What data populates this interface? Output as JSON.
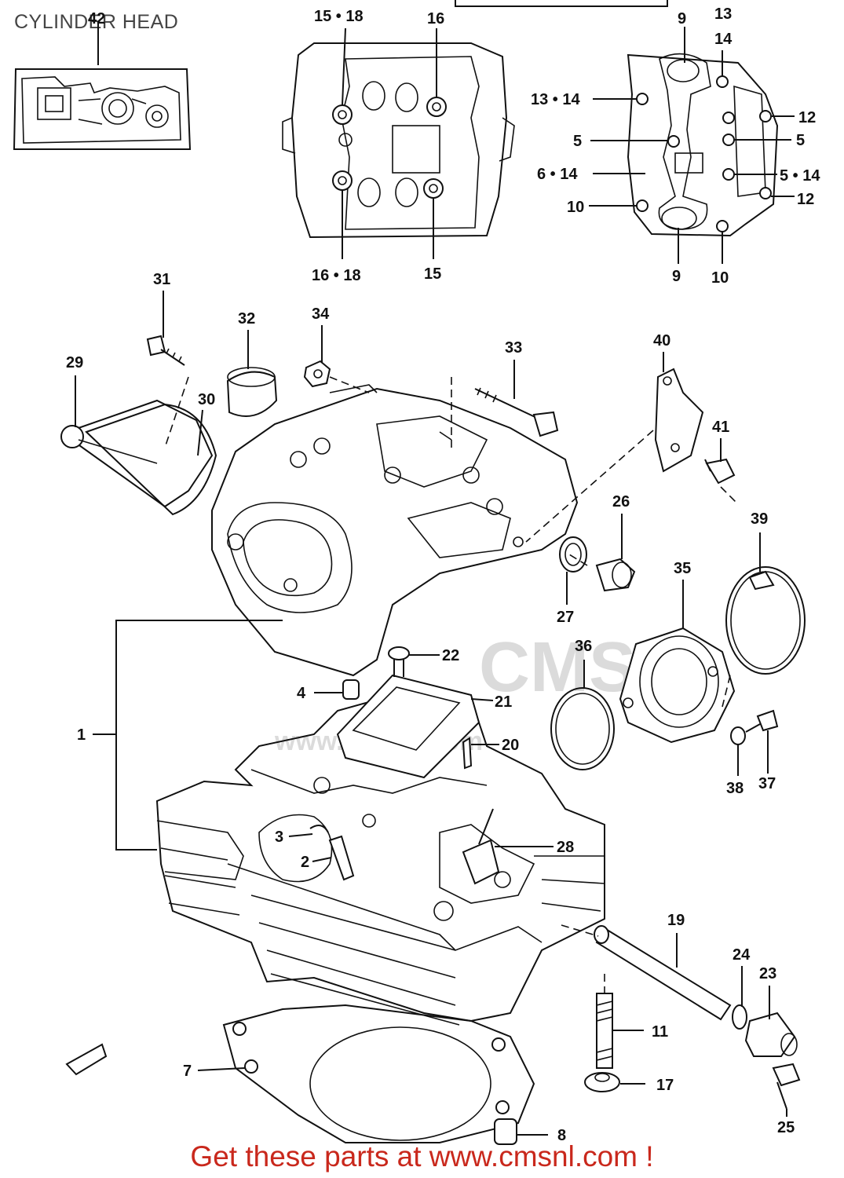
{
  "title": "CYLINDER HEAD",
  "footer": "Get these parts at www.cmsnl.com !",
  "watermark": {
    "text_1": "CMS",
    "text_2": "www.cmsnl.com"
  },
  "callouts": {
    "c1": "1",
    "c2": "2",
    "c3": "3",
    "c4": "4",
    "c5a": "5",
    "c5b": "5",
    "c514": "5 • 14",
    "c614": "6 • 14",
    "c7": "7",
    "c8": "8",
    "c9a": "9",
    "c9b": "9",
    "c10a": "10",
    "c10b": "10",
    "c11": "11",
    "c12a": "12",
    "c12b": "12",
    "c13": "13",
    "c14": "14",
    "c1314": "13 • 14",
    "c15": "15",
    "c1518": "15 • 18",
    "c16": "16",
    "c1618": "16 • 18",
    "c17": "17",
    "c19": "19",
    "c20": "20",
    "c21": "21",
    "c22": "22",
    "c23": "23",
    "c24": "24",
    "c25": "25",
    "c26": "26",
    "c27": "27",
    "c28": "28",
    "c29": "29",
    "c30": "30",
    "c31": "31",
    "c32": "32",
    "c33": "33",
    "c34": "34",
    "c35": "35",
    "c36": "36",
    "c37": "37",
    "c38": "38",
    "c39": "39",
    "c40": "40",
    "c41": "41",
    "c42": "42"
  }
}
